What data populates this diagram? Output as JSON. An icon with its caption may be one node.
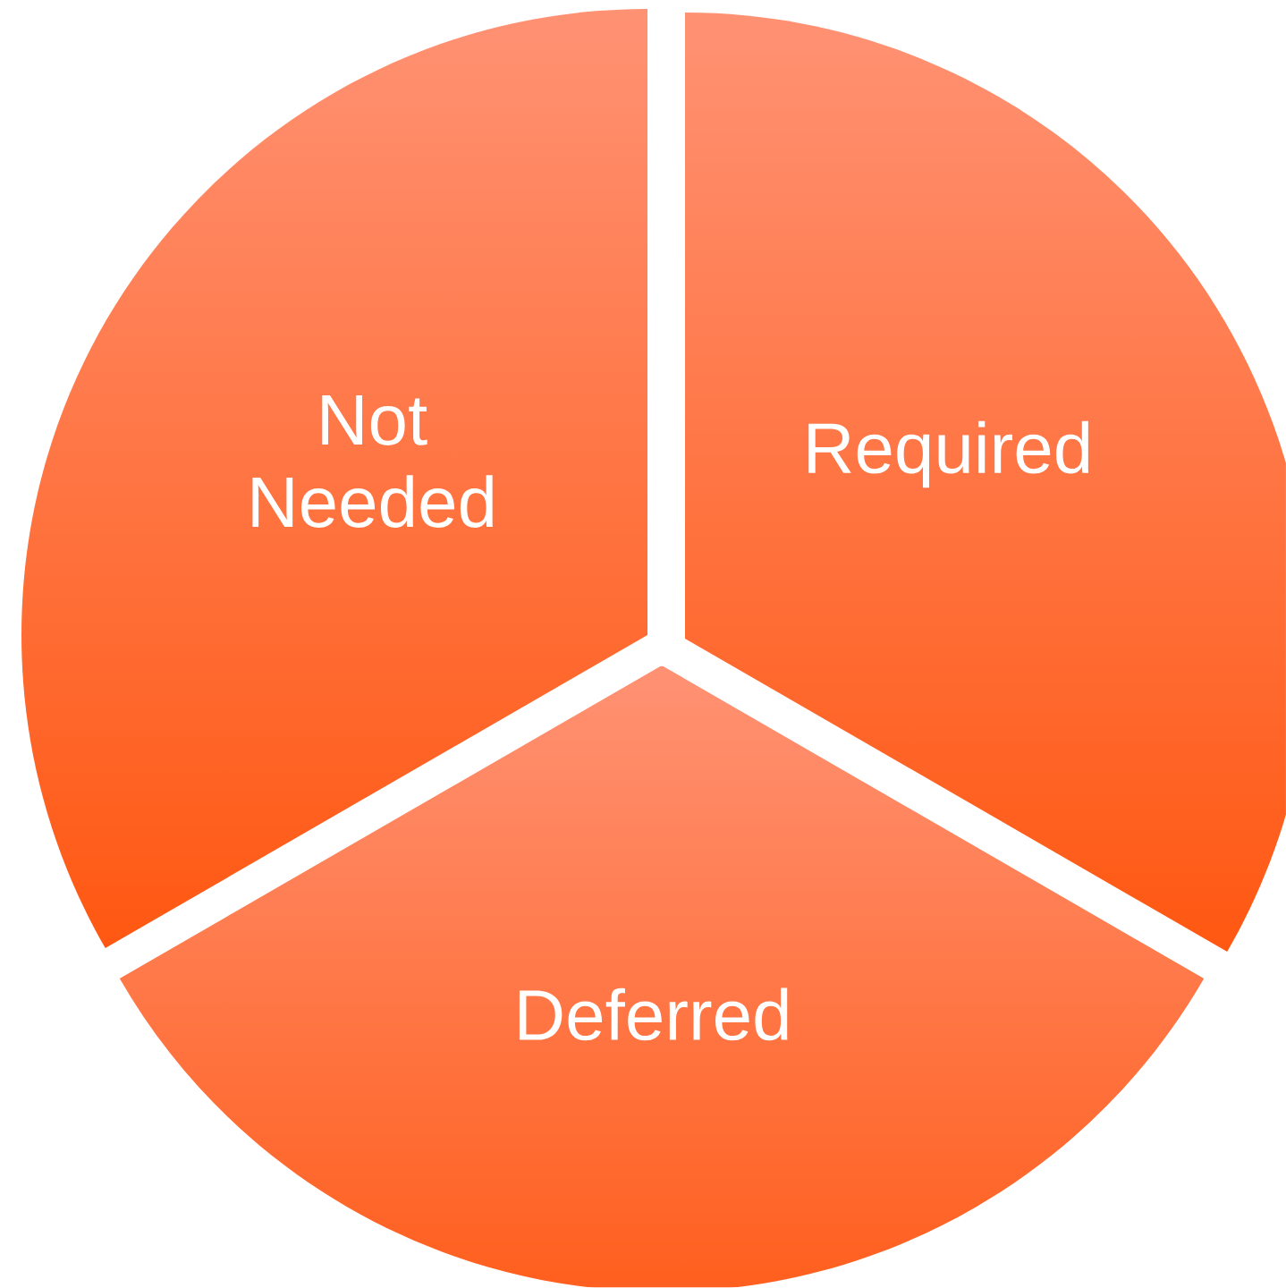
{
  "diagram": {
    "nodes": [
      {
        "text": [
          "Not Needed"
        ]
      },
      {
        "text": [
          "Required"
        ]
      },
      {
        "text": [
          "Deferred"
        ]
      }
    ]
  }
}
